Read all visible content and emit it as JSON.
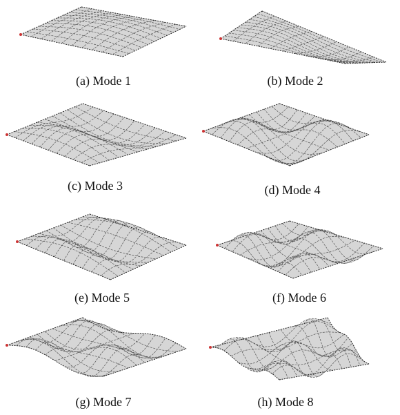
{
  "figure": {
    "panels": [
      {
        "caption": "(a) Mode 1",
        "mode": 1
      },
      {
        "caption": "(b) Mode 2",
        "mode": 2
      },
      {
        "caption": "(c) Mode 3",
        "mode": 3
      },
      {
        "caption": "(d) Mode 4",
        "mode": 4
      },
      {
        "caption": "(e) Mode 5",
        "mode": 5
      },
      {
        "caption": "(f) Mode 6",
        "mode": 6
      },
      {
        "caption": "(g) Mode 7",
        "mode": 7
      },
      {
        "caption": "(h) Mode 8",
        "mode": 8
      }
    ],
    "colors": {
      "surface_fill": "#d6d6d6",
      "grid_line": "#555555",
      "edge": "#222222",
      "marker": "#cc3333",
      "caption_text": "#111111"
    }
  }
}
